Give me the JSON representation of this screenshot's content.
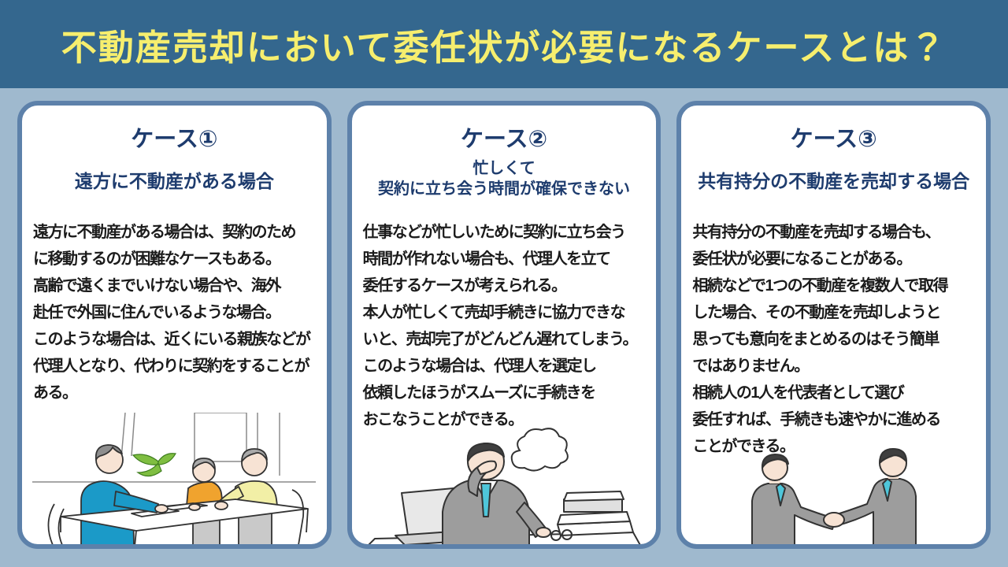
{
  "header": {
    "title": "不動産売却において委任状が必要になるケースとは？"
  },
  "colors": {
    "header_bg": "#34678E",
    "header_text": "#F6EE6E",
    "page_bg": "#9FB9CE",
    "card_border": "#5D81AA",
    "card_bg": "#FFFFFF",
    "heading_text": "#1E3C6E",
    "body_text": "#1B1B1B",
    "agent_jacket_blue": "#1B9AC8",
    "sweater_orange": "#F0A32E",
    "sweater_yellow": "#F2EFA6",
    "suit_gray": "#9D9D9D",
    "tie_teal": "#4EC6DA"
  },
  "cards": [
    {
      "title": "ケース①",
      "subtitle": "遠方に不動産がある場合",
      "body": "遠方に不動産がある場合は、契約のため\nに移動するのが困難なケースもある。\n高齢で遠くまでいけない場合や、海外\n赴任で外国に住んでいるような場合。\nこのような場合は、近くにいる親族などが\n代理人となり、代わりに契約をすることが\nある。",
      "illustration": "meeting-consultation-illustration"
    },
    {
      "title": "ケース②",
      "subtitle": "忙しくて\n契約に立ち会う時間が確保できない",
      "body": "仕事などが忙しいために契約に立ち会う\n時間が作れない場合も、代理人を立て\n委任するケースが考えられる。\n本人が忙しくて売却手続きに協力できな\nいと、売却完了がどんどん遅れてしまう。\nこのような場合は、代理人を選定し\n依頼したほうがスムーズに手続きを\nおこなうことができる。",
      "illustration": "busy-businessman-illustration"
    },
    {
      "title": "ケース③",
      "subtitle": "共有持分の不動産を売却する場合",
      "body": "共有持分の不動産を売却する場合も、\n委任状が必要になることがある。\n相続などで1つの不動産を複数人で取得\nした場合、その不動産を売却しようと\n思っても意向をまとめるのはそう簡単\nではありません。\n相続人の1人を代表者として選び\n委任すれば、手続きも速やかに進める\nことができる。",
      "illustration": "handshake-illustration"
    }
  ]
}
